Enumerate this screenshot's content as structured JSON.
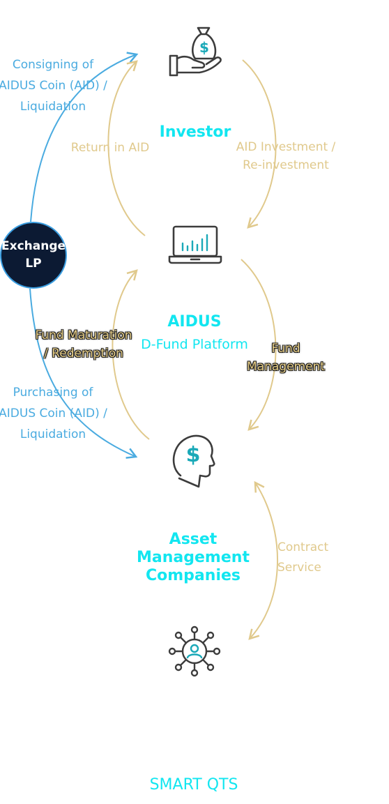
{
  "nodes": {
    "investor": {
      "label": "Investor",
      "icon": "money-bag-hand-icon"
    },
    "platform": {
      "title": "AIDUS",
      "subtitle": "D-Fund Platform",
      "icon": "laptop-chart-icon"
    },
    "asset_mgmt": {
      "line1": "Asset",
      "line2": "Management",
      "line3": "Companies",
      "icon": "head-dollar-icon"
    },
    "smart_qts": {
      "label": "SMART QTS",
      "icon": "network-user-icon"
    },
    "exchange": {
      "line1": "Exchange",
      "line2": "LP"
    }
  },
  "edges": {
    "consigning": {
      "line1": "Consigning of",
      "line2": "AIDUS Coin (AID) /",
      "line3": "Liquidation"
    },
    "return_aid": {
      "label": "Return in AID"
    },
    "aid_investment": {
      "line1": "AID Investment /",
      "line2": "Re-investment"
    },
    "fund_maturation": {
      "line1": "Fund Maturation",
      "line2": "/ Redemption"
    },
    "fund_management": {
      "line1": "Fund",
      "line2": "Management"
    },
    "purchasing": {
      "line1": "Purchasing of",
      "line2": "AIDUS Coin (AID) /",
      "line3": "Liquidation"
    },
    "contract_service": {
      "line1": "Contract",
      "line2": "Service"
    }
  },
  "colors": {
    "accent_cyan": "#12e6f0",
    "edge_blue": "#4aabe0",
    "edge_tan": "#e0c98c",
    "icon_dark": "#3c3c3c",
    "icon_teal": "#1aa9b8",
    "exchange_fill": "#0c1a33"
  }
}
